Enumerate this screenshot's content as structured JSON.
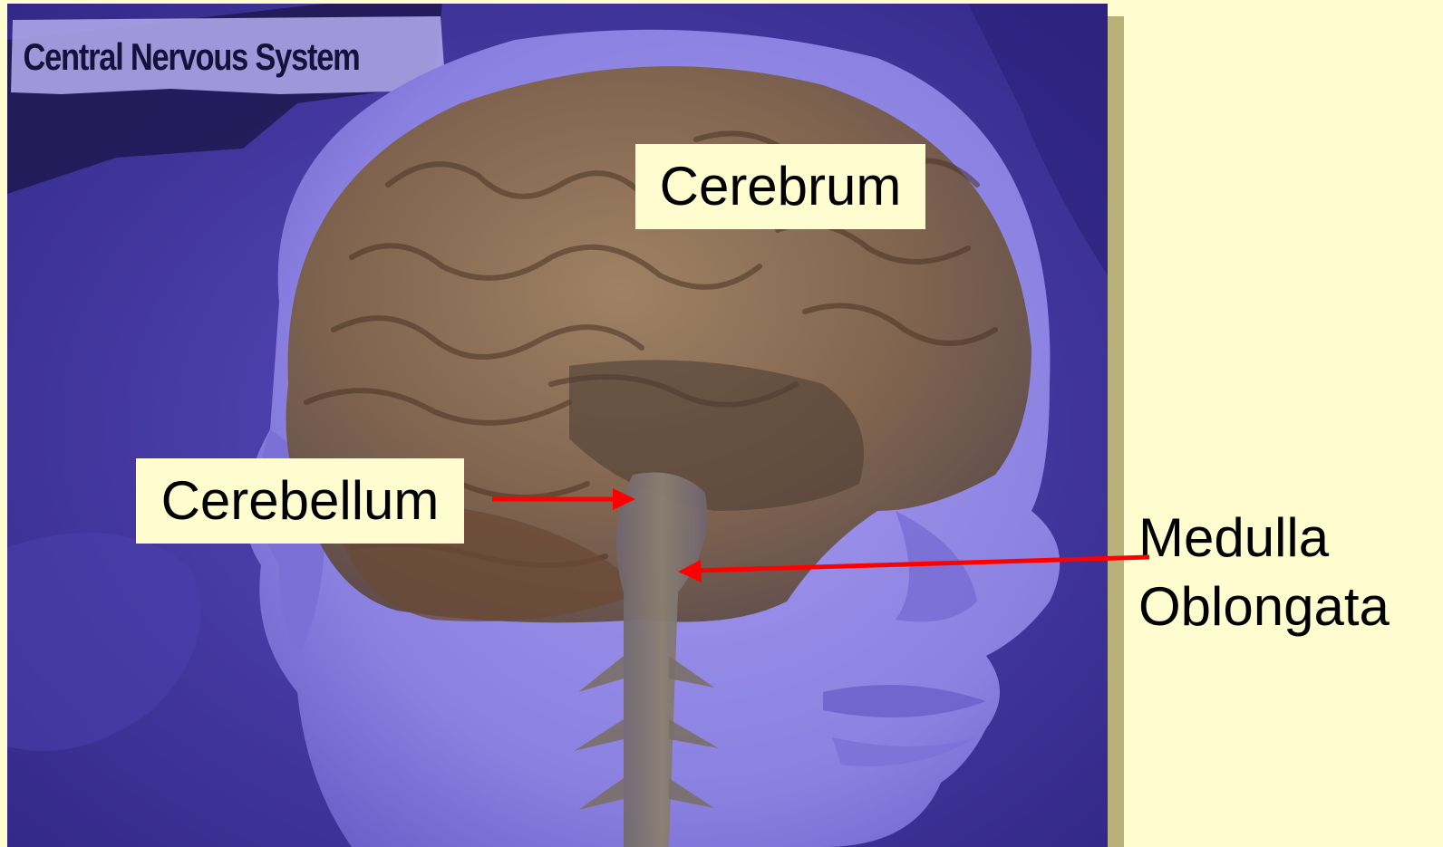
{
  "caption": "Central Nervous System",
  "labels": {
    "cerebrum": "Cerebrum",
    "cerebellum": "Cerebellum",
    "medulla_line1": "Medulla",
    "medulla_line2": "Oblongata"
  },
  "colors": {
    "background": "#fffdd0",
    "illustration_backdrop": "#3d2f96",
    "head": "#8a80e0",
    "brain": "#8a6a4a",
    "arrow": "#ff0000"
  }
}
